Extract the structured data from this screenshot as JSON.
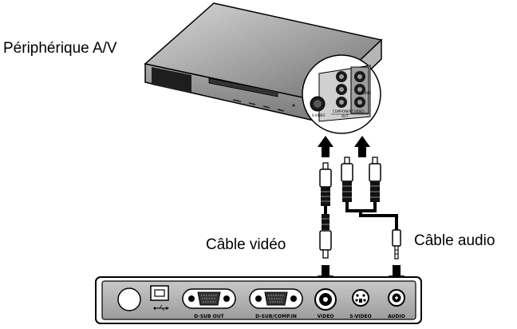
{
  "labels": {
    "av_device": "Périphérique A/V",
    "video_cable": "Câble vidéo",
    "audio_cable": "Câble audio"
  },
  "projector_ports": {
    "dsub_out": "D-SUB OUT",
    "dsub_comp_in": "D-SUB/COMP.IN",
    "video": "VIDEO",
    "svideo": "S-VIDEO",
    "audio": "AUDIO"
  },
  "device_ports": {
    "svideo": "S-VIDEO",
    "component": "COMPONENT",
    "video": "VIDEO",
    "audio": "AUDIO",
    "out": "OUT"
  },
  "colors": {
    "ink": "#000000",
    "device_gray": "#8c8c8c",
    "panel_gray": "#b8b8b8"
  }
}
